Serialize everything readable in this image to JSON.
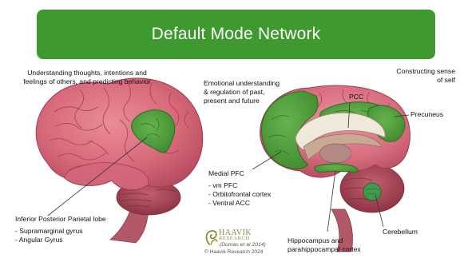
{
  "title": "Default Mode Network",
  "labels": {
    "top_left": [
      "Understanding thoughts, intentions and",
      "feelings of others, and predicting behavior"
    ],
    "emotional": [
      "Emotional understanding",
      "& regulation of  past,",
      "present and future"
    ],
    "pcc": "PCC",
    "constructing": [
      "Constructing sense",
      "of self"
    ],
    "precuneus": "Precuneus",
    "medial_pfc_title": "Medial PFC",
    "medial_pfc_items": [
      "- vm PFC",
      "- Orbitofrontal cortex",
      "- Ventral ACC"
    ],
    "ipl_title": "Inferior Posterior Parietal lobe",
    "ipl_items": [
      "- Supramarginal gyrus",
      "- Angular Gyrus"
    ],
    "hippocampus": [
      "Hippocampus and",
      "parahippocampal cortex"
    ],
    "cerebellum": "Cerebellum"
  },
  "footer": {
    "logo_name": "HAAVIK",
    "logo_sub": "RESEARCH",
    "citation": "(Dumas et al 2014)",
    "copyright": "© Haavik Research 2024"
  },
  "colors": {
    "banner": "#3e9a2e",
    "region_green": "#4f9e3a",
    "brain_pink": "#d86a7b"
  }
}
